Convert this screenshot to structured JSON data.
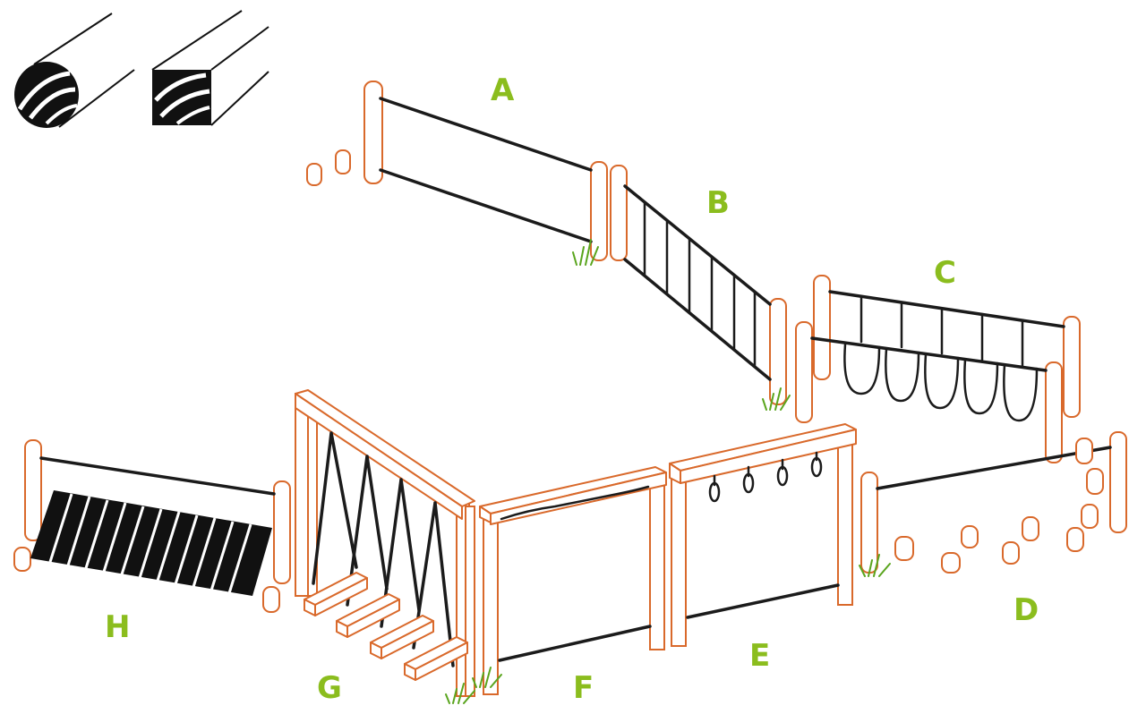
{
  "colors": {
    "wood": "#d9692b",
    "rope": "#1b1b1b",
    "label": "#8bbd1e",
    "grass": "#5aa51e"
  },
  "legend": {
    "items": [
      {
        "icon": "round-log-icon"
      },
      {
        "icon": "square-timber-icon"
      }
    ]
  },
  "sections": {
    "A": "A",
    "B": "B",
    "C": "C",
    "D": "D",
    "E": "E",
    "F": "F",
    "G": "G",
    "H": "H"
  }
}
